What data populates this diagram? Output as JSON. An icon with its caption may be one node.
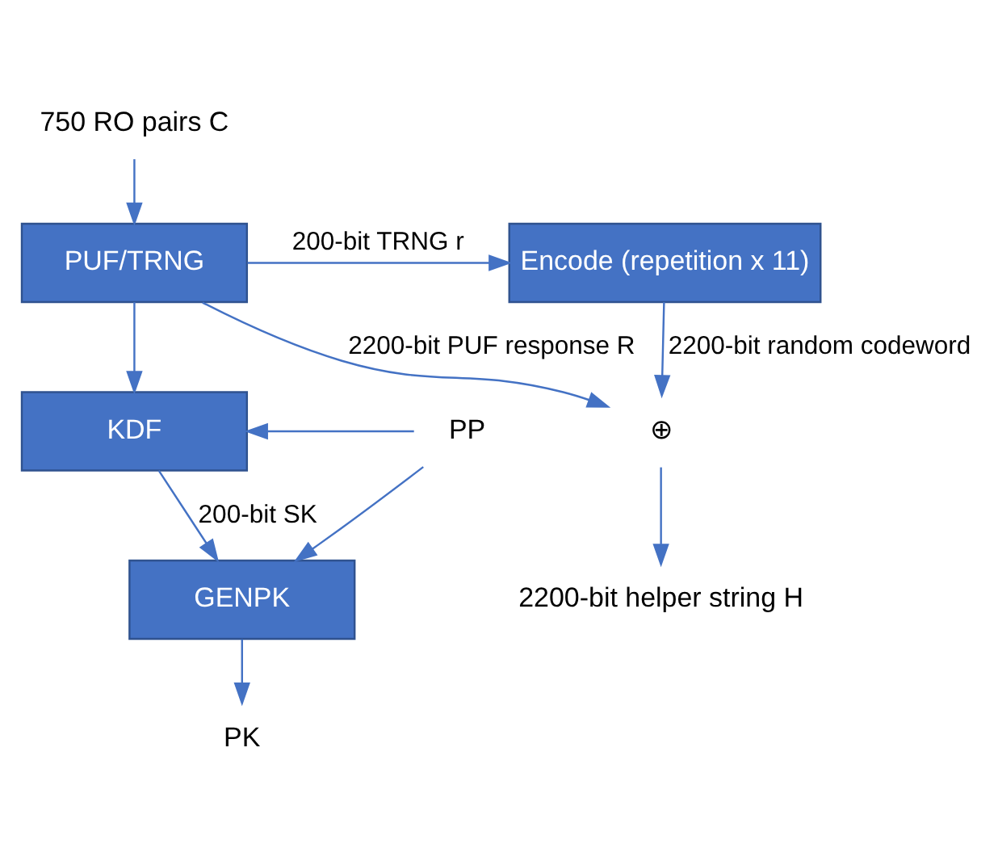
{
  "diagram": {
    "nodes": [
      {
        "text": [
          "750 RO pairs C"
        ]
      },
      {
        "text": [
          "PUF/TRNG"
        ]
      },
      {
        "text": [
          "Encode (repetition x 11)"
        ]
      },
      {
        "text": [
          "⊕"
        ]
      },
      {
        "text": [
          "2200-bit helper string H"
        ]
      },
      {
        "text": [
          "KDF"
        ]
      },
      {
        "text": [
          "PP"
        ]
      },
      {
        "text": [
          "GENPK"
        ]
      },
      {
        "text": [
          "PK"
        ]
      }
    ],
    "edges": [
      {
        "from": 0,
        "to": 1,
        "arrow": "to"
      },
      {
        "from": 1,
        "to": 2,
        "arrow": "to",
        "label": "200-bit TRNG r"
      },
      {
        "from": 1,
        "to": 5,
        "arrow": "to"
      },
      {
        "from": 1,
        "to": 3,
        "arrow": "to",
        "label": "2200-bit PUF response R"
      },
      {
        "from": 2,
        "to": 3,
        "arrow": "to",
        "label": "2200-bit random codeword"
      },
      {
        "from": 3,
        "to": 4,
        "arrow": "to"
      },
      {
        "from": 6,
        "to": 5,
        "arrow": "to"
      },
      {
        "from": 6,
        "to": 7,
        "arrow": "to"
      },
      {
        "from": 5,
        "to": 7,
        "arrow": "to",
        "label": "200-bit SK"
      },
      {
        "from": 7,
        "to": 8,
        "arrow": "to"
      }
    ]
  }
}
